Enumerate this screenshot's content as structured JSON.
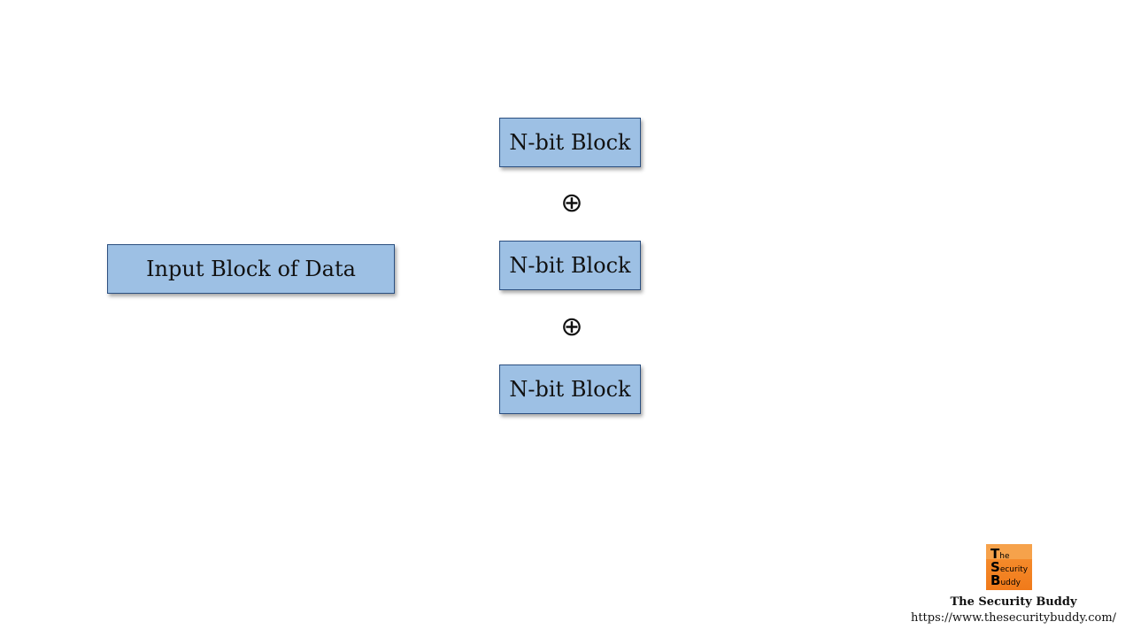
{
  "diagram": {
    "input_block": {
      "label": "Input Block of Data"
    },
    "nbit_blocks": [
      {
        "label": "N-bit Block"
      },
      {
        "label": "N-bit Block"
      },
      {
        "label": "N-bit Block"
      }
    ],
    "operators": [
      {
        "symbol": "⊕"
      },
      {
        "symbol": "⊕"
      }
    ]
  },
  "branding": {
    "logo": {
      "line1_initial": "T",
      "line1_rest": "he",
      "line2_initial": "S",
      "line2_rest": "ecurity",
      "line3_initial": "B",
      "line3_rest": "uddy"
    },
    "name": "The Security Buddy",
    "url": "https://www.thesecuritybuddy.com/"
  },
  "colors": {
    "block_fill": "#9dc0e4",
    "block_border": "#2b4f80",
    "logo_orange": "#f58a2a"
  }
}
